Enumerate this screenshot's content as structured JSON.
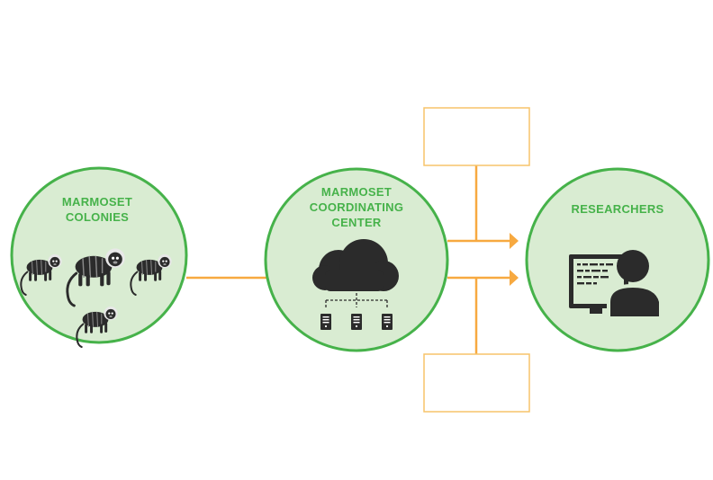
{
  "colors": {
    "circle_fill": "#d9ecd2",
    "circle_stroke": "#46b24a",
    "label_text": "#46b24a",
    "connector": "#f7a940",
    "box_stroke": "#f7c46a",
    "icon_dark": "#2b2b2b",
    "icon_light": "#ffffff"
  },
  "nodes": {
    "colonies": {
      "label_line1": "MARMOSET",
      "label_line2": "COLONIES",
      "icon": "marmoset-icon"
    },
    "center": {
      "label_line1": "MARMOSET",
      "label_line2": "COORDINATING",
      "label_line3": "CENTER",
      "icon": "cloud-server-icon"
    },
    "researchers": {
      "label_line1": "RESEARCHERS",
      "icon": "researcher-computer-icon"
    }
  },
  "boxes": {
    "top": "",
    "bottom": ""
  }
}
